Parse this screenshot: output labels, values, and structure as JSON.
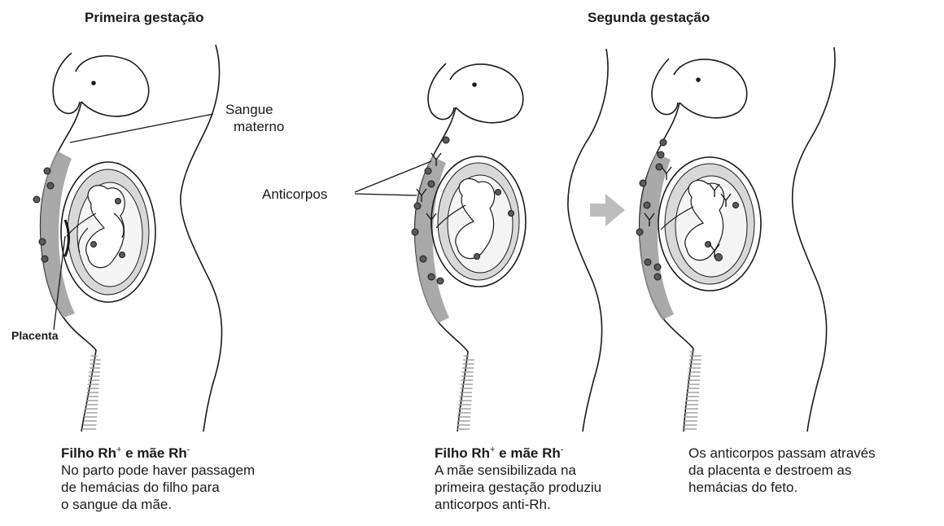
{
  "headings": {
    "first": "Primeira gestação",
    "second": "Segunda gestação"
  },
  "labels": {
    "maternal_blood_line1": "Sangue",
    "maternal_blood_line2": "materno",
    "antibodies": "Anticorpos",
    "placenta": "Placenta"
  },
  "captions": {
    "panel1": {
      "title_filho": "Filho Rh",
      "title_plus": "+",
      "title_mae": " e mãe Rh",
      "title_minus": "-",
      "lines": [
        "No parto pode haver passagem",
        "de hemácias do filho para",
        "o sangue da mãe."
      ]
    },
    "panel2": {
      "title_filho": "Filho Rh",
      "title_plus": "+",
      "title_mae": " e mãe Rh",
      "title_minus": "-",
      "lines": [
        "A mãe sensibilizada na",
        "primeira gestação produziu",
        "anticorpos anti-Rh."
      ]
    },
    "panel3": {
      "lines": [
        "Os anticorpos passam através",
        "da placenta e destroem as",
        "hemácias do feto."
      ]
    }
  },
  "colors": {
    "ink": "#1a1a1a",
    "blood_shade": "#9a9a9a",
    "arrow_gray": "#bdbdbd"
  }
}
